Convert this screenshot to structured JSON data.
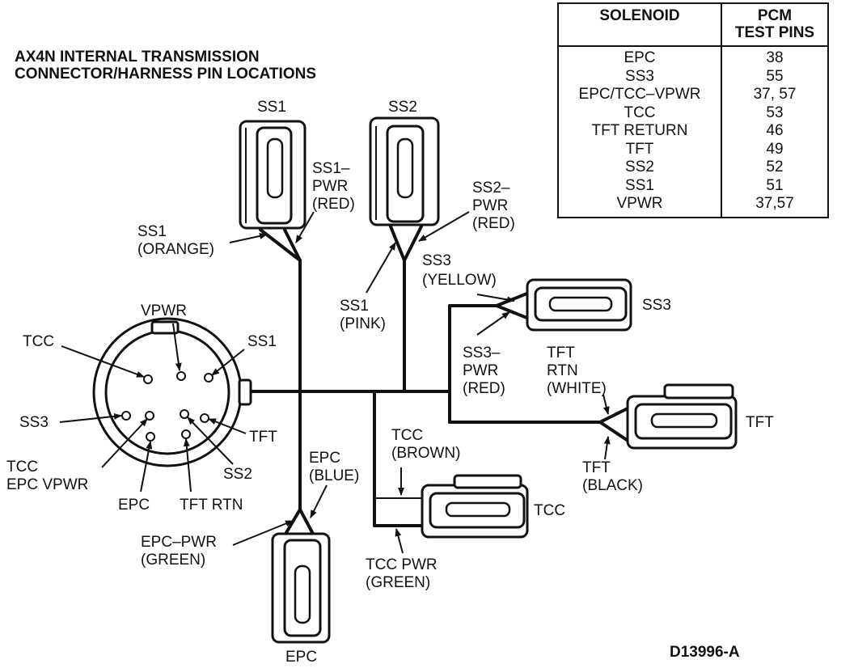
{
  "title": {
    "line1": "AX4N INTERNAL TRANSMISSION",
    "line2": "CONNECTOR/HARNESS PIN LOCATIONS"
  },
  "figure_code": "D13996-A",
  "table": {
    "header_solenoid": "SOLENOID",
    "header_pins_line1": "PCM",
    "header_pins_line2": "TEST PINS",
    "rows": [
      {
        "solenoid": "EPC",
        "pins": "38"
      },
      {
        "solenoid": "SS3",
        "pins": "55"
      },
      {
        "solenoid": "EPC/TCC–VPWR",
        "pins": "37, 57"
      },
      {
        "solenoid": "TCC",
        "pins": "53"
      },
      {
        "solenoid": "TFT RETURN",
        "pins": "46"
      },
      {
        "solenoid": "TFT",
        "pins": "49"
      },
      {
        "solenoid": "SS2",
        "pins": "52"
      },
      {
        "solenoid": "SS1",
        "pins": "51"
      },
      {
        "solenoid": "VPWR",
        "pins": "37,57"
      }
    ]
  },
  "connectors": {
    "ss1": "SS1",
    "ss2": "SS2",
    "ss3": "SS3",
    "tft": "TFT",
    "tcc": "TCC",
    "epc": "EPC"
  },
  "wires": {
    "ss1_pwr": [
      "SS1–",
      "PWR",
      "(RED)"
    ],
    "ss1_orange": [
      "SS1",
      "(ORANGE)"
    ],
    "ss2_pwr": [
      "SS2–",
      "PWR",
      "(RED)"
    ],
    "ss1_pink": [
      "SS1",
      "(PINK)"
    ],
    "ss3_yellow": [
      "SS3",
      "(YELLOW)"
    ],
    "ss3_pwr": [
      "SS3–",
      "PWR",
      "(RED)"
    ],
    "tft_rtn": [
      "TFT",
      "RTN",
      "(WHITE)"
    ],
    "tft_black": [
      "TFT",
      "(BLACK)"
    ],
    "tcc_brown": [
      "TCC",
      "(BROWN)"
    ],
    "tcc_pwr": [
      "TCC PWR",
      "(GREEN)"
    ],
    "epc_blue": [
      "EPC",
      "(BLUE)"
    ],
    "epc_pwr": [
      "EPC–PWR",
      "(GREEN)"
    ]
  },
  "pins": {
    "vpwr": "VPWR",
    "tcc": "TCC",
    "ss1": "SS1",
    "ss3": "SS3",
    "tft": "TFT",
    "tcc_epc_vpwr": [
      "TCC",
      "EPC VPWR"
    ],
    "ss2": "SS2",
    "epc": "EPC",
    "tft_rtn": "TFT RTN"
  }
}
